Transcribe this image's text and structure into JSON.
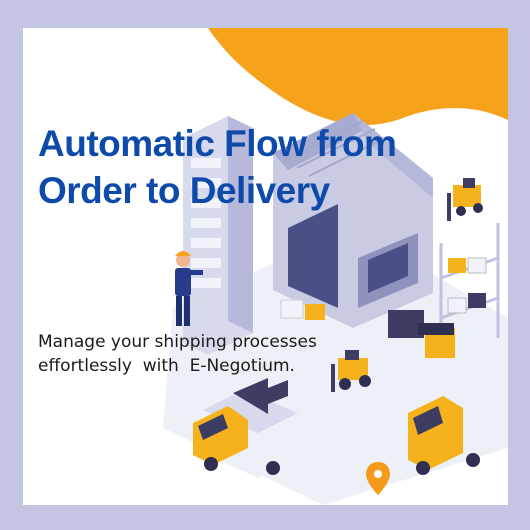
{
  "headline": {
    "line1": "Automatic Flow from",
    "line2": "Order to Delivery"
  },
  "subtitle": {
    "line1": "Manage your shipping processes",
    "line2": "effortlessly  with  E-Negotium."
  },
  "colors": {
    "frame": "#c3c5e2",
    "card": "#ffffff",
    "accent_orange": "#f7a21b",
    "headline_blue": "#0d4aa9",
    "illustration_gray": "#c9cbe3",
    "truck_yellow": "#f5b21c"
  },
  "icons": [
    "location-pin-icon",
    "forklift-icon",
    "delivery-truck-icon",
    "warehouse-icon",
    "worker-figure",
    "document-board-icon",
    "arrow-left-icon"
  ]
}
